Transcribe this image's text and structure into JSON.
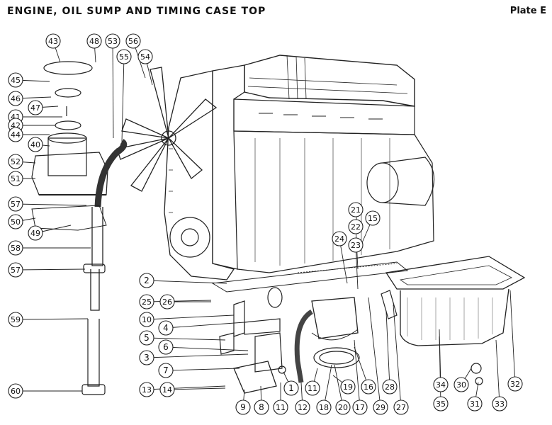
{
  "header": {
    "title": "ENGINE, OIL SUMP AND TIMING CASE TOP",
    "plate": "Plate E"
  },
  "callouts": [
    "43",
    "48",
    "53",
    "56",
    "55",
    "54",
    "45",
    "46",
    "47",
    "41",
    "42",
    "44",
    "40",
    "52",
    "51",
    "57",
    "50",
    "49",
    "58",
    "57",
    "59",
    "60",
    "21",
    "15",
    "22",
    "24",
    "23",
    "2",
    "25",
    "26",
    "10",
    "4",
    "5",
    "6",
    "3",
    "7",
    "13",
    "14",
    "1",
    "9",
    "8",
    "11",
    "12",
    "11",
    "18",
    "20",
    "19",
    "16",
    "17",
    "29",
    "28",
    "27",
    "34",
    "35",
    "30",
    "31",
    "33",
    "32"
  ]
}
